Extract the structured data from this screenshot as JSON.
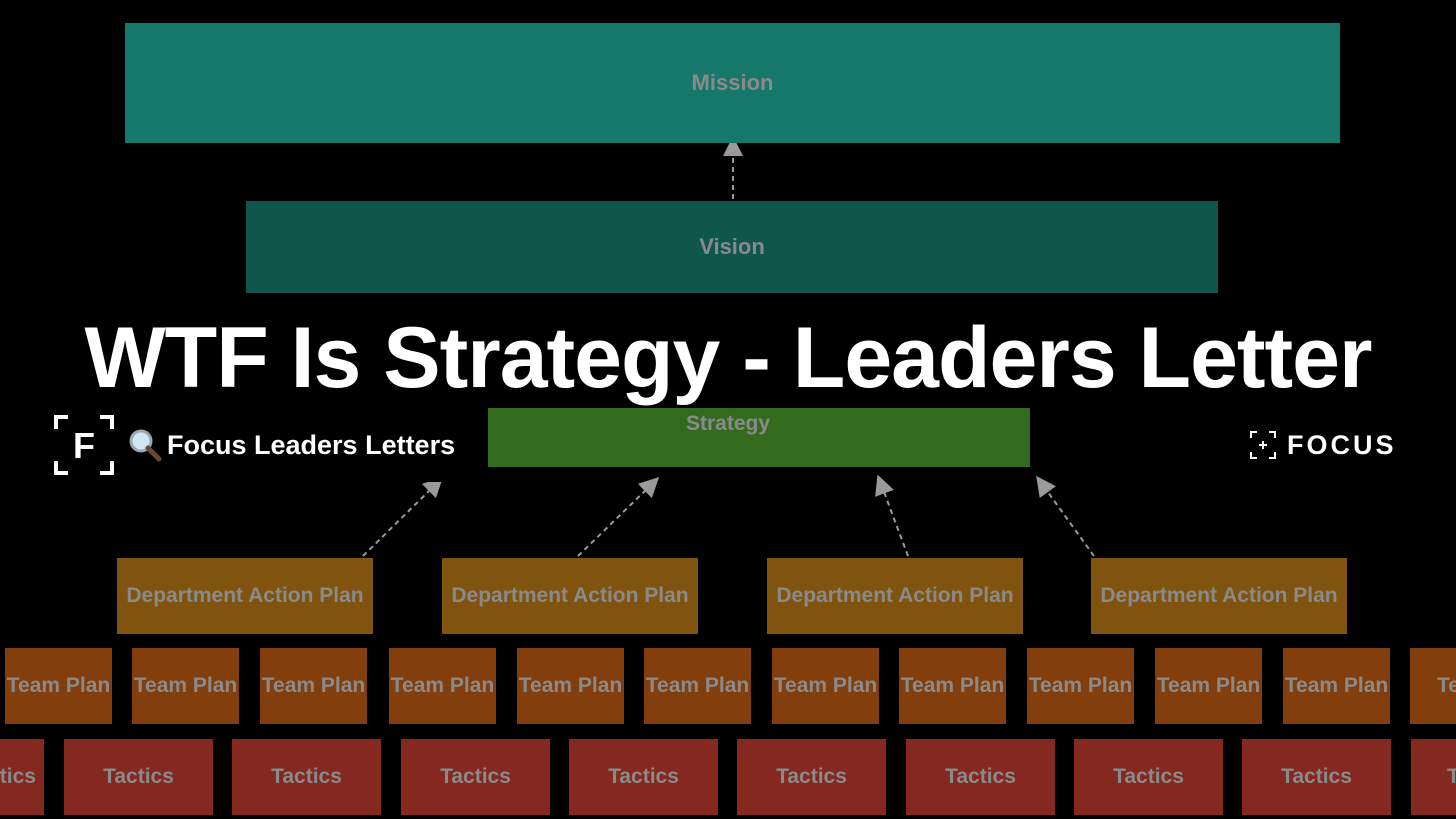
{
  "title": "WTF Is Strategy - Leaders Letter",
  "diagram": {
    "mission": "Mission",
    "vision": "Vision",
    "strategy": "Strategy",
    "department_label": "Department Action Plan",
    "team_label": "Team Plan",
    "tactics_label": "Tactics"
  },
  "branding": {
    "logo_letter": "F",
    "name": "Focus Leaders Letters",
    "focus_wordmark": "FOCUS"
  },
  "colors": {
    "mission": "#15786b",
    "vision": "#10574b",
    "strategy": "#336b1e",
    "department": "#80540e",
    "team": "#833e0d",
    "tactics": "#85281f"
  }
}
